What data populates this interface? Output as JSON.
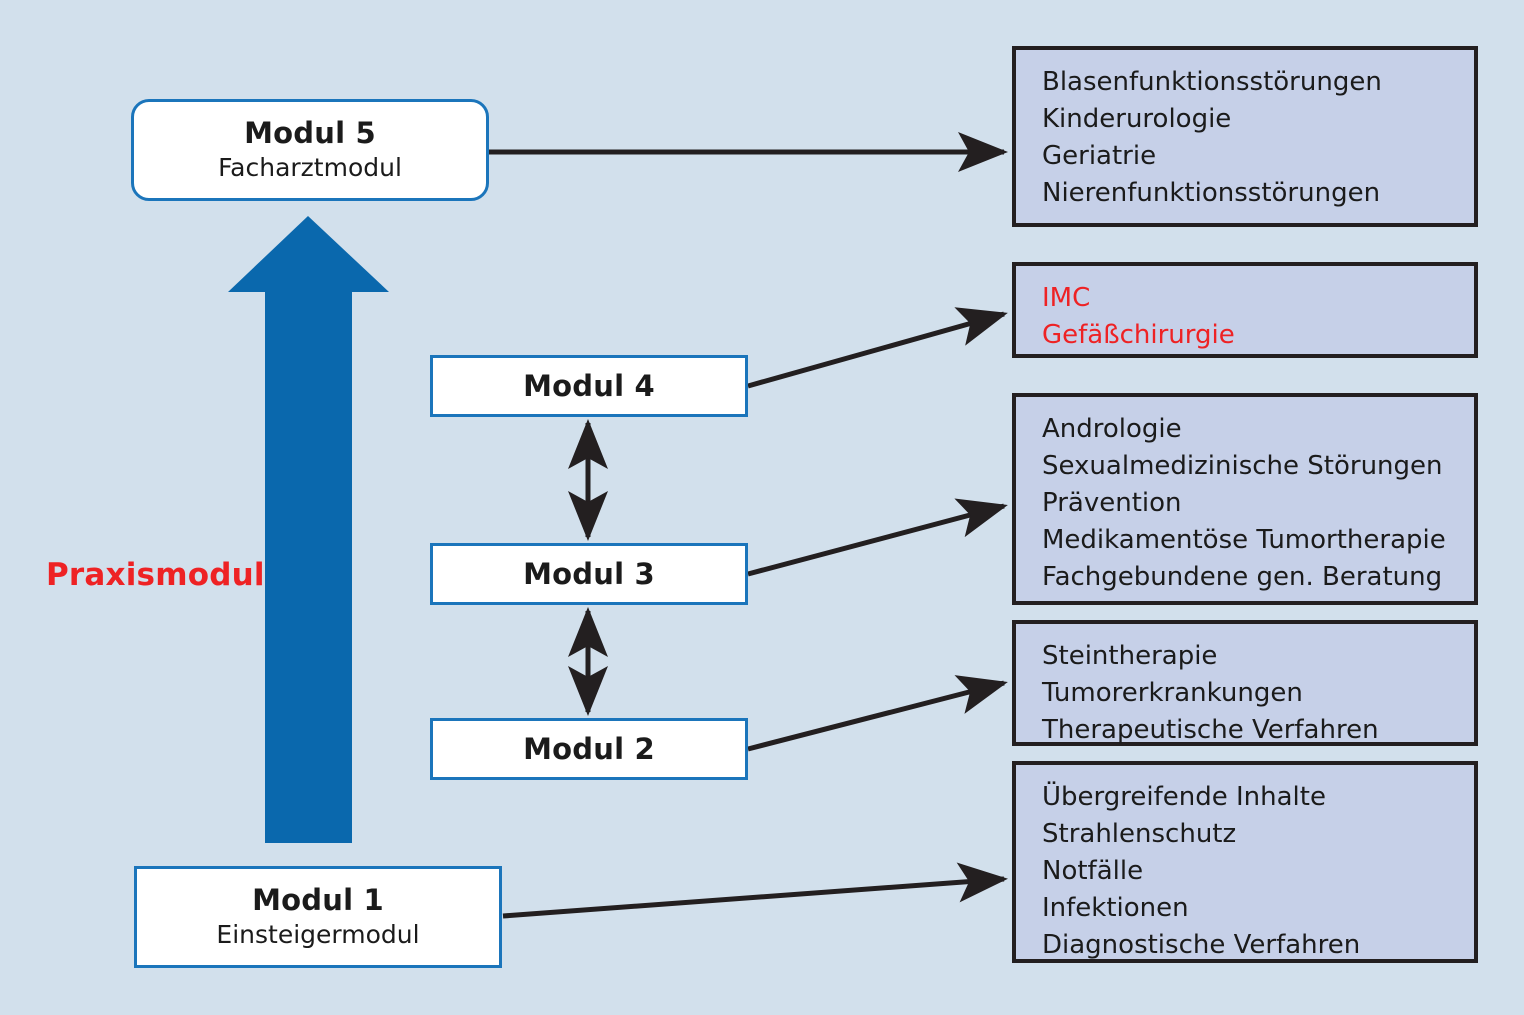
{
  "colors": {
    "background": "#d2e0ec",
    "module_border": "#1b75bb",
    "module_fill": "#ffffff",
    "topic_fill": "#c6d0e8",
    "topic_border": "#231f20",
    "accent_red": "#ee2224",
    "big_arrow_blue": "#0a68ad",
    "connector_black": "#231f20"
  },
  "side_label": {
    "text": "Praxismodul"
  },
  "big_arrow": {
    "name": "praxismodul-arrow",
    "direction": "up",
    "color": "#0a68ad",
    "from_module": "Modul 1",
    "to_module": "Modul 5"
  },
  "modules": [
    {
      "id": "module5",
      "title": "Modul 5",
      "subtitle": "Facharztmodul",
      "shape": "rounded"
    },
    {
      "id": "module4",
      "title": "Modul 4",
      "subtitle": "",
      "shape": "rect"
    },
    {
      "id": "module3",
      "title": "Modul 3",
      "subtitle": "",
      "shape": "rect"
    },
    {
      "id": "module2",
      "title": "Modul 2",
      "subtitle": "",
      "shape": "rect"
    },
    {
      "id": "module1",
      "title": "Modul 1",
      "subtitle": "Einsteigermodul",
      "shape": "rect"
    }
  ],
  "topics": [
    {
      "id": "topic1",
      "source_module": "Modul 5",
      "accent": false,
      "lines": [
        "Blasenfunktionsstörungen",
        "Kinderurologie",
        "Geriatrie",
        "Nierenfunktionsstörungen"
      ]
    },
    {
      "id": "topic2",
      "source_module": "Modul 4",
      "accent": true,
      "lines": [
        "IMC",
        "Gefäßchirurgie"
      ]
    },
    {
      "id": "topic3",
      "source_module": "Modul 3",
      "accent": false,
      "lines": [
        "Andrologie",
        "Sexualmedizinische Störungen",
        "Prävention",
        "Medikamentöse Tumortherapie",
        "Fachgebundene gen. Beratung"
      ]
    },
    {
      "id": "topic4",
      "source_module": "Modul 2",
      "accent": false,
      "lines": [
        "Steintherapie",
        "Tumorerkrankungen",
        "Therapeutische Verfahren"
      ]
    },
    {
      "id": "topic5",
      "source_module": "Modul 1",
      "accent": false,
      "lines": [
        "Übergreifende Inhalte",
        "Strahlenschutz",
        "Notfälle",
        "Infektionen",
        "Diagnostische Verfahren"
      ]
    }
  ],
  "connectors": [
    {
      "name": "connector-modul5-to-topic1",
      "kind": "single-arrow",
      "from": "Modul 5",
      "to": "Blasenfunktionsstörungen-box"
    },
    {
      "name": "connector-modul4-to-topic2",
      "kind": "single-arrow",
      "from": "Modul 4",
      "to": "IMC-box"
    },
    {
      "name": "connector-modul3-to-topic3",
      "kind": "single-arrow",
      "from": "Modul 3",
      "to": "Andrologie-box"
    },
    {
      "name": "connector-modul2-to-topic4",
      "kind": "single-arrow",
      "from": "Modul 2",
      "to": "Steintherapie-box"
    },
    {
      "name": "connector-modul1-to-topic5",
      "kind": "single-arrow",
      "from": "Modul 1",
      "to": "Übergreifende-Inhalte-box"
    },
    {
      "name": "connector-modul4-modul3",
      "kind": "double-arrow",
      "from": "Modul 4",
      "to": "Modul 3"
    },
    {
      "name": "connector-modul3-modul2",
      "kind": "double-arrow",
      "from": "Modul 3",
      "to": "Modul 2"
    }
  ]
}
